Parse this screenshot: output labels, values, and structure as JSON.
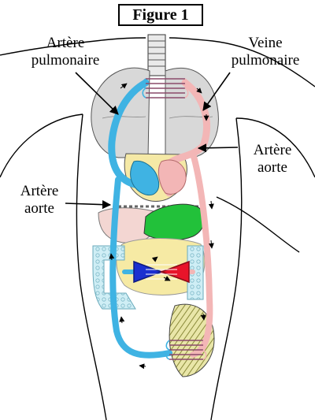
{
  "figure": {
    "title": "Figure 1"
  },
  "labels": {
    "pulmonary_artery": [
      "Artère",
      "pulmonaire"
    ],
    "pulmonary_vein": [
      "Veine",
      "pulmonaire"
    ],
    "aorta_right": [
      "Artère",
      "aorte"
    ],
    "aorta_left": [
      "Artère",
      "aorte"
    ]
  },
  "colors": {
    "deoxygenated": "#3fb3e3",
    "oxygenated": "#f3b6b6",
    "stomach": "#22c13a",
    "liver_tissue": "#f3d6d2",
    "intestine": "#cfeef5",
    "spleen_mesentery": "#f6eaa4",
    "capillary_red": "#e8142a",
    "capillary_blue": "#1a2fd0",
    "lungs": "#d8d8d8",
    "muscle": "#bdbf6a"
  }
}
